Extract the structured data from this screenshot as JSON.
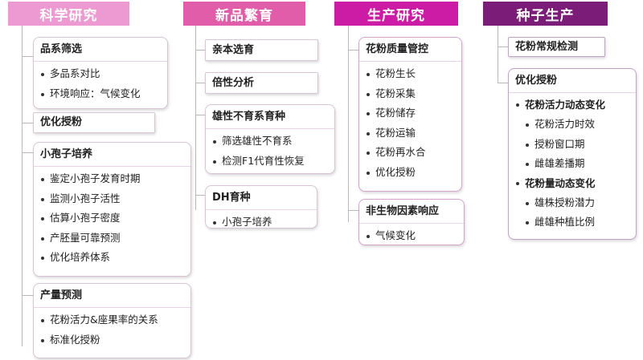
{
  "colors": {
    "sci_header": "#ee9ad2",
    "breed_header": "#e15da9",
    "prod_header": "#cc1ba4",
    "seed_header": "#7b1c78"
  },
  "columns": [
    {
      "header": "科学研究",
      "boxes": [
        {
          "title": "品系筛选",
          "items": [
            "多品系对比",
            "环境响应：气候变化"
          ]
        },
        {
          "title": "优化授粉"
        },
        {
          "title": "小孢子培养",
          "items": [
            "鉴定小孢子发育时期",
            "监测小孢子活性",
            "估算小孢子密度",
            "产胚量可靠预测",
            "优化培养体系"
          ]
        },
        {
          "title": "产量预测",
          "items": [
            "花粉活力&座果率的关系",
            "标准化授粉"
          ]
        }
      ]
    },
    {
      "header": "新品繁育",
      "boxes": [
        {
          "title": "亲本选育"
        },
        {
          "title": "倍性分析"
        },
        {
          "title": "雄性不育系育种",
          "items": [
            "筛选雄性不育系",
            "检测F1代育性恢复"
          ]
        },
        {
          "title": "DH育种",
          "items": [
            "小孢子培养"
          ]
        }
      ]
    },
    {
      "header": "生产研究",
      "boxes": [
        {
          "title": "花粉质量管控",
          "items": [
            "花粉生长",
            "花粉采集",
            "花粉储存",
            "花粉运输",
            "花粉再水合",
            "优化授粉"
          ]
        },
        {
          "title": "非生物因素响应",
          "items": [
            "气候变化"
          ]
        }
      ]
    },
    {
      "header": "种子生产",
      "boxes": [
        {
          "title": "花粉常规检测"
        },
        {
          "title": "优化授粉",
          "groups": [
            {
              "label": "花粉活力动态变化",
              "items": [
                "花粉活力时效",
                "授粉窗口期",
                "雌雄差播期"
              ]
            },
            {
              "label": "花粉量动态变化",
              "items": [
                "雄株授粉潜力",
                "雌雄种植比例"
              ]
            }
          ]
        }
      ]
    }
  ]
}
